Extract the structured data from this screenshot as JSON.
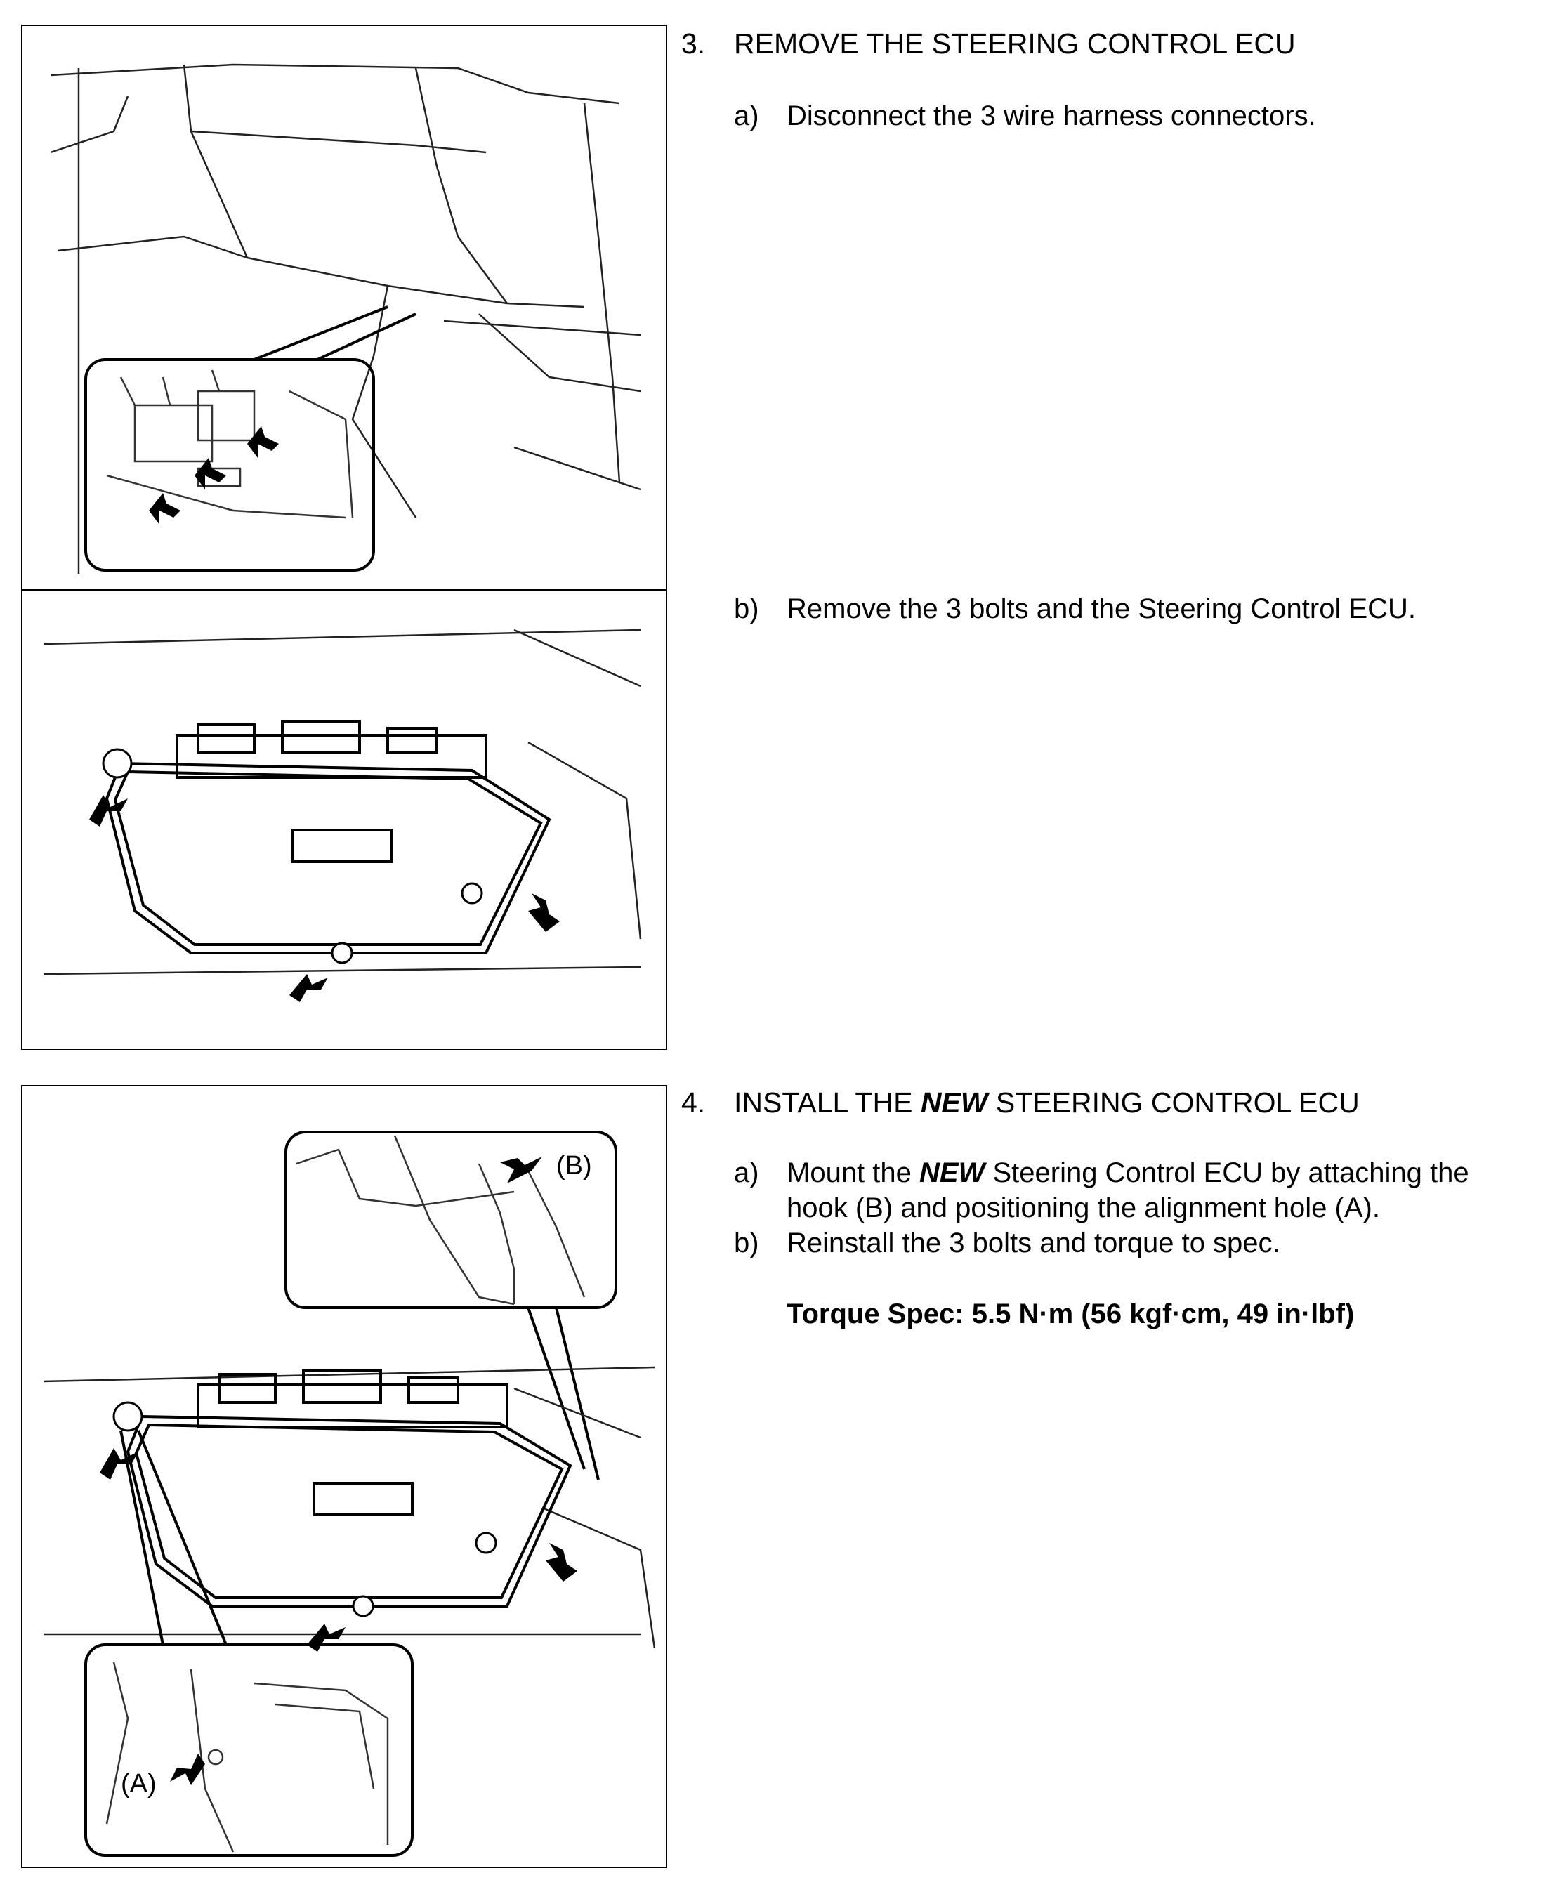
{
  "step3": {
    "num": "3.",
    "title": "REMOVE THE STEERING CONTROL ECU",
    "a": {
      "label": "a)",
      "text": "Disconnect the 3 wire harness connectors."
    },
    "b": {
      "label": "b)",
      "text": "Remove the 3 bolts and the Steering Control ECU."
    }
  },
  "step4": {
    "num": "4.",
    "title_pre": "INSTALL THE ",
    "title_em": "NEW",
    "title_post": " STEERING CONTROL ECU",
    "a": {
      "label": "a)",
      "pre": "Mount the ",
      "em": "NEW",
      "post": " Steering Control ECU by attaching the",
      "line2": "hook (B) and positioning the alignment hole (A)."
    },
    "b": {
      "label": "b)",
      "text": "Reinstall the 3 bolts and torque to spec."
    },
    "torque": "Torque Spec: 5.5 N·m (56 kgf·cm, 49 in·lbf)"
  },
  "figure_labels": {
    "hook": "(B)",
    "hole": "(A)"
  }
}
